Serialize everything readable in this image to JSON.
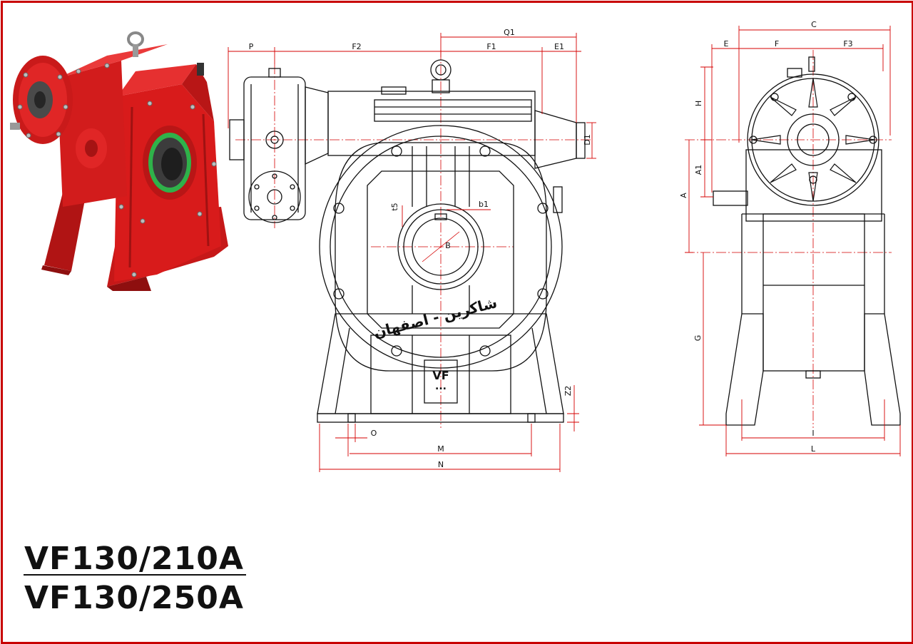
{
  "models": [
    "VF130/210A",
    "VF130/250A"
  ],
  "front_dims": {
    "P": "P",
    "F2": "F2",
    "Q1": "Q1",
    "F1": "F1",
    "E1": "E1",
    "D1": "D1",
    "t5": "t5",
    "b1": "b1",
    "B": "B",
    "Z2": "Z2",
    "O": "O",
    "M": "M",
    "N": "N"
  },
  "side_dims": {
    "C": "C",
    "E": "E",
    "F": "F",
    "F3": "F3",
    "H": "H",
    "A1": "A1",
    "A": "A",
    "G": "G",
    "I": "I",
    "L": "L"
  },
  "casting": {
    "badge": "VF",
    "dots": "...",
    "brand": "شاکرین - اصفهان"
  },
  "colors": {
    "frame": "#c80000",
    "dim_line": "#d40000",
    "body_red": "#d81b1b",
    "seal_green": "#2fb24a",
    "ink": "#111111"
  }
}
